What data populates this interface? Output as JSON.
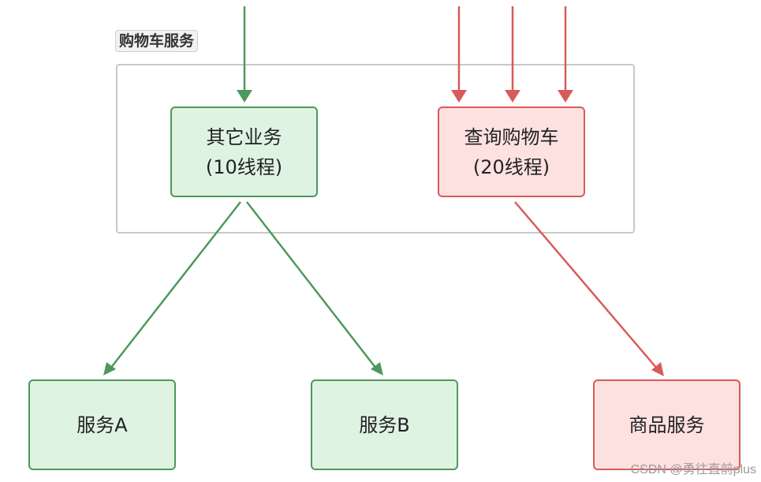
{
  "colors": {
    "green_stroke": "#4d995c",
    "green_fill": "#dff3e3",
    "red_stroke": "#d95a5a",
    "red_fill": "#fde1e1",
    "group_border": "#c8c8c8"
  },
  "group": {
    "label": "购物车服务"
  },
  "nodes": {
    "other_business": {
      "line1": "其它业务",
      "line2": "(10线程)"
    },
    "query_cart": {
      "line1": "查询购物车",
      "line2": "(20线程)"
    },
    "service_a": {
      "label": "服务A"
    },
    "service_b": {
      "label": "服务B"
    },
    "goods_service": {
      "label": "商品服务"
    }
  },
  "watermark": "CSDN @勇往直前plus"
}
